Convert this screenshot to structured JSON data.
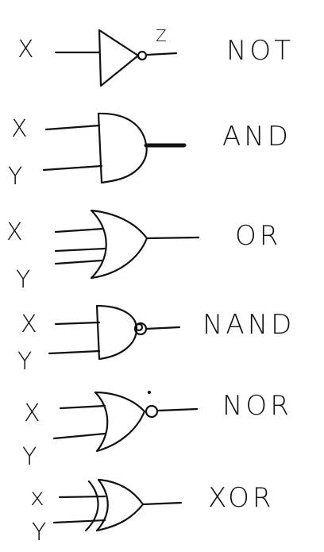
{
  "gates": [
    {
      "name": "NOT",
      "inputs": [
        "X"
      ],
      "output": "Z"
    },
    {
      "name": "AND",
      "inputs": [
        "X",
        "Y"
      ],
      "output": ""
    },
    {
      "name": "OR",
      "inputs": [
        "X",
        "Y"
      ],
      "output": ""
    },
    {
      "name": "NAND",
      "inputs": [
        "X",
        "Y"
      ],
      "output": ""
    },
    {
      "name": "NOR",
      "inputs": [
        "X",
        "Y"
      ],
      "output": ""
    },
    {
      "name": "XOR",
      "inputs": [
        "x",
        "Y"
      ],
      "output": ""
    }
  ],
  "colors": {
    "ink": "#111111",
    "background": "#ffffff"
  }
}
